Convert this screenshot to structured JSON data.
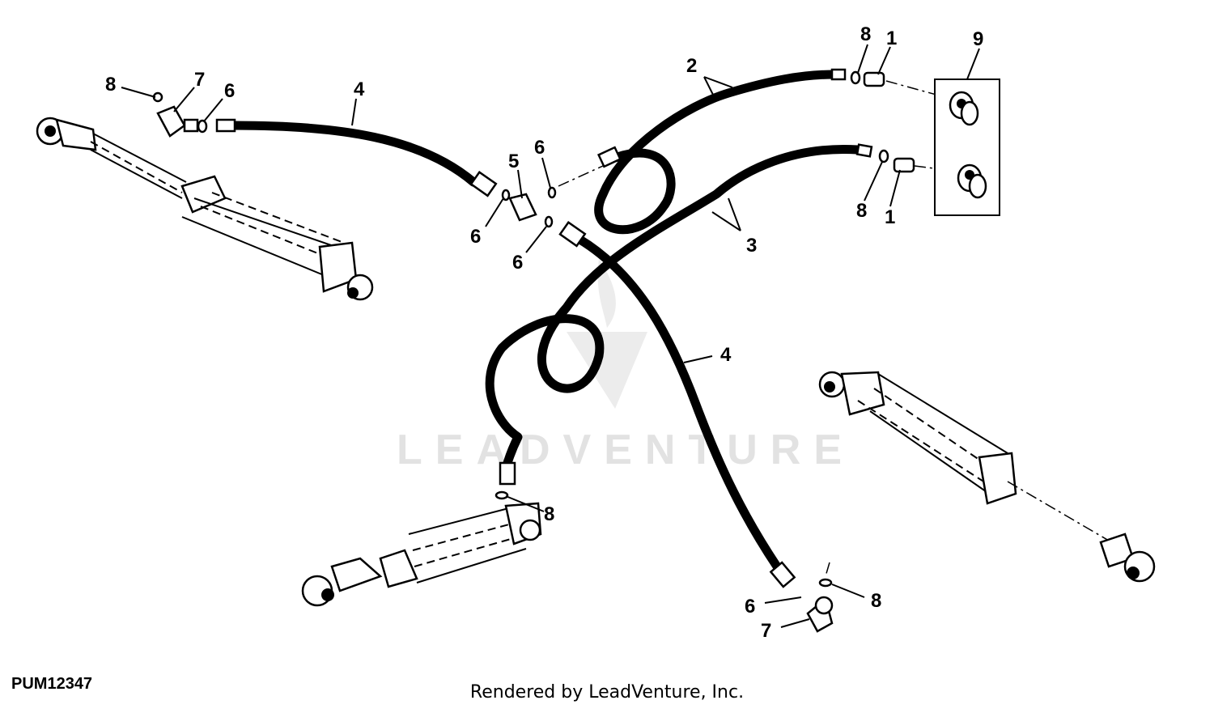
{
  "diagram": {
    "id_label": "PUM12347",
    "credit": "Rendered by LeadVenture, Inc.",
    "watermark": "LEADVENTURE",
    "callouts": [
      "1",
      "2",
      "3",
      "4",
      "5",
      "6",
      "7",
      "8",
      "9"
    ]
  }
}
